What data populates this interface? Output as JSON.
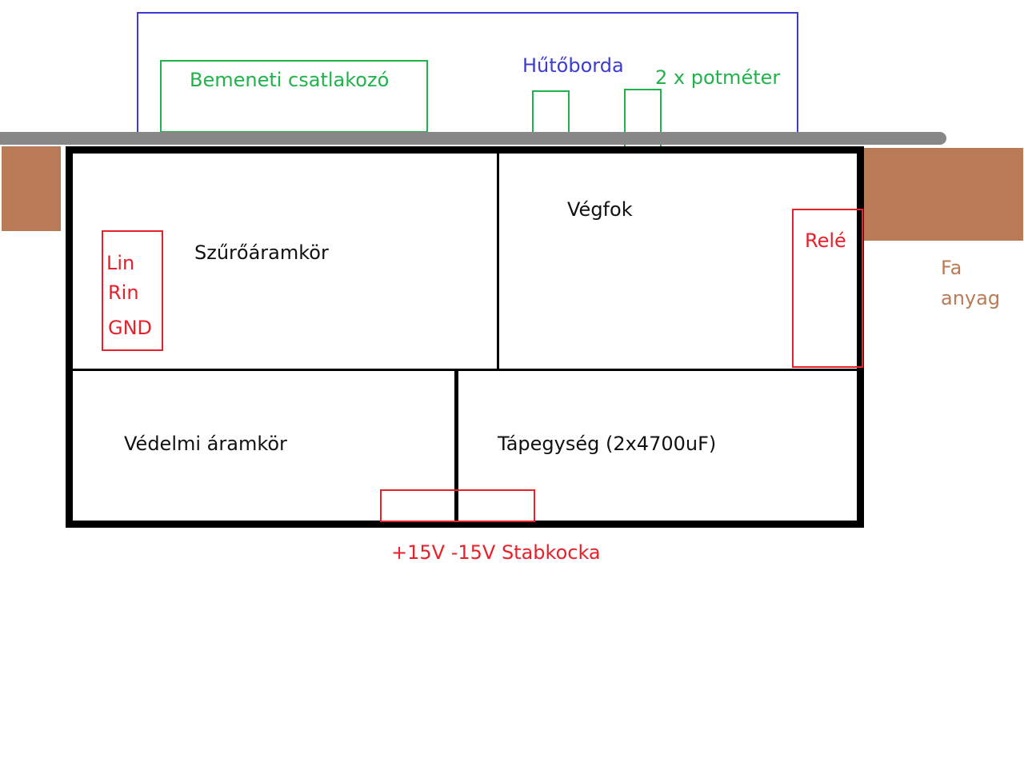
{
  "labels": {
    "input_connector": "Bemeneti csatlakozó",
    "heatsink": "Hűtőborda",
    "potentiometer": "2 x potméter",
    "filter_circuit": "Szűrőáramkör",
    "output_stage": "Végfok",
    "relay": "Relé",
    "wood_line1": "Fa",
    "wood_line2": "anyag",
    "lin": "Lin",
    "rin": "Rin",
    "gnd": "GND",
    "protection_circuit": "Védelmi áramkör",
    "power_supply": "Tápegység (2x4700uF)",
    "stab_block": "+15V -15V Stabkocka"
  },
  "colors": {
    "heatsink": "#3b3bd6",
    "connector": "#1fb34a",
    "component": "#e8202a",
    "wood": "#b97a56",
    "panel": "#878787",
    "enclosure": "#000000"
  }
}
